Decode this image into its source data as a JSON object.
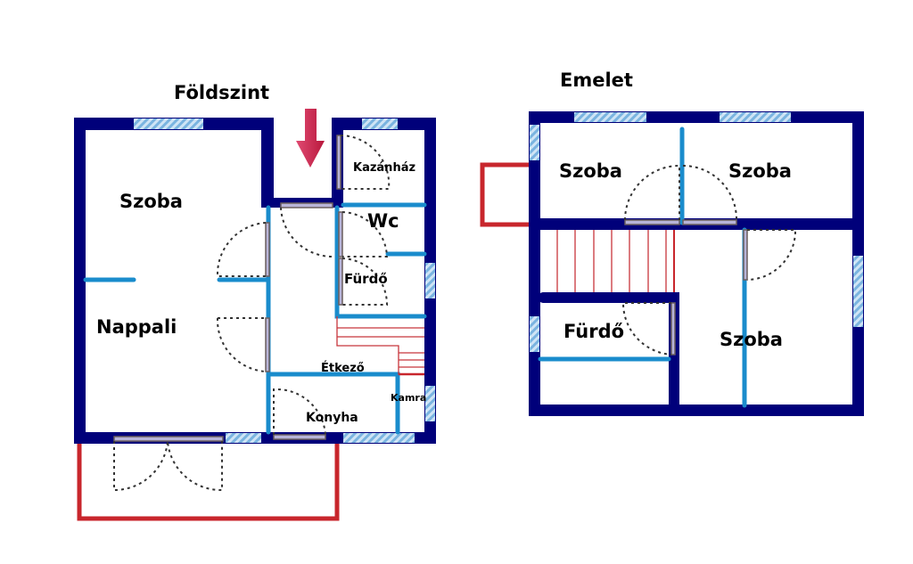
{
  "ground_floor": {
    "title": "Földszint",
    "rooms": {
      "szoba": "Szoba",
      "nappali": "Nappali",
      "kazanhaz": "Kazánház",
      "wc": "Wc",
      "furdo": "Fürdő",
      "etkezo": "Étkező",
      "kamra": "Kamra",
      "konyha": "Konyha"
    }
  },
  "upper_floor": {
    "title": "Emelet",
    "rooms": {
      "szoba1": "Szoba",
      "szoba2": "Szoba",
      "furdo": "Fürdő",
      "szoba3": "Szoba"
    }
  },
  "colors": {
    "wall": "#00007a",
    "inner_wall": "#1a8ccc",
    "balcony": "#c8262c",
    "entrance_arrow": "#d0305a"
  }
}
